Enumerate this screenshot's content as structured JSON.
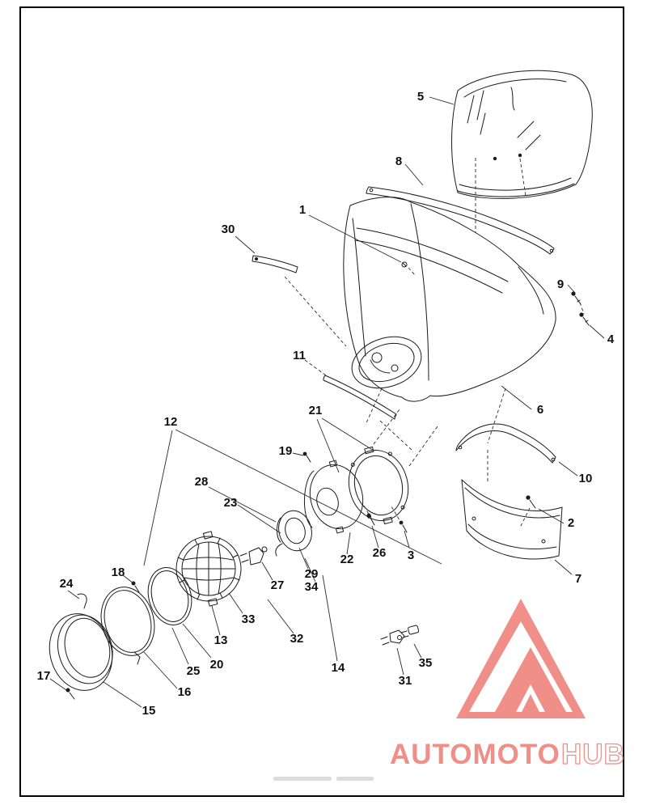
{
  "callouts": [
    "1",
    "2",
    "3",
    "4",
    "5",
    "6",
    "7",
    "8",
    "9",
    "10",
    "11",
    "12",
    "13",
    "14",
    "15",
    "16",
    "17",
    "18",
    "19",
    "20",
    "21",
    "22",
    "23",
    "24",
    "25",
    "26",
    "27",
    "28",
    "29",
    "30",
    "31",
    "32",
    "33",
    "34",
    "35"
  ],
  "watermark": {
    "brand_primary": "AUTOMOTO",
    "brand_secondary": "HUB",
    "accent_color": "#ef837b"
  },
  "colors": {
    "line_art": "#1a1a1a",
    "page_background": "#ffffff",
    "page_border": "#000000"
  }
}
